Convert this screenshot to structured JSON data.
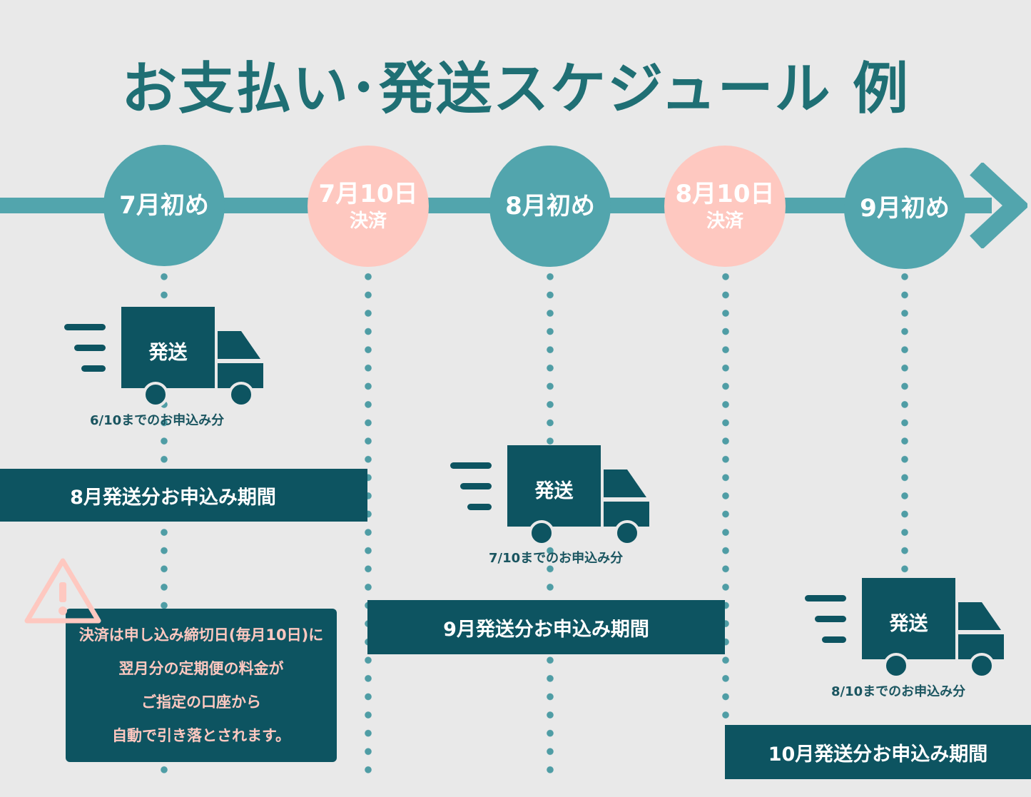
{
  "title": "お支払い･発送スケジュール 例",
  "milestones": [
    {
      "date": "7月初め",
      "sub": "",
      "type": "shipping",
      "color": "#52a5ad"
    },
    {
      "date": "7月10日",
      "sub": "決済",
      "type": "payment",
      "color": "#fec8c0"
    },
    {
      "date": "8月初め",
      "sub": "",
      "type": "shipping",
      "color": "#52a5ad"
    },
    {
      "date": "8月10日",
      "sub": "決済",
      "type": "payment",
      "color": "#fec8c0"
    },
    {
      "date": "9月初め",
      "sub": "",
      "type": "shipping",
      "color": "#52a5ad"
    }
  ],
  "shipments": [
    {
      "label": "発送",
      "note": "6/10までのお申込み分"
    },
    {
      "label": "発送",
      "note": "7/10までのお申込み分"
    },
    {
      "label": "発送",
      "note": "8/10までのお申込み分"
    }
  ],
  "periods": [
    {
      "label": "8月発送分お申込み期間"
    },
    {
      "label": "9月発送分お申込み期間"
    },
    {
      "label": "10月発送分お申込み期間"
    }
  ],
  "notice": {
    "icon": "warning-icon",
    "lines": [
      "決済は申し込み締切日(毎月10日)に",
      "翌月分の定期便の料金が",
      "ご指定の口座から",
      "自動で引き落とされます。"
    ]
  },
  "colors": {
    "background": "#e9e9e9",
    "teal": "#52a5ad",
    "dark_teal": "#0d5461",
    "pink": "#fec8c0",
    "title": "#1f6f74"
  }
}
